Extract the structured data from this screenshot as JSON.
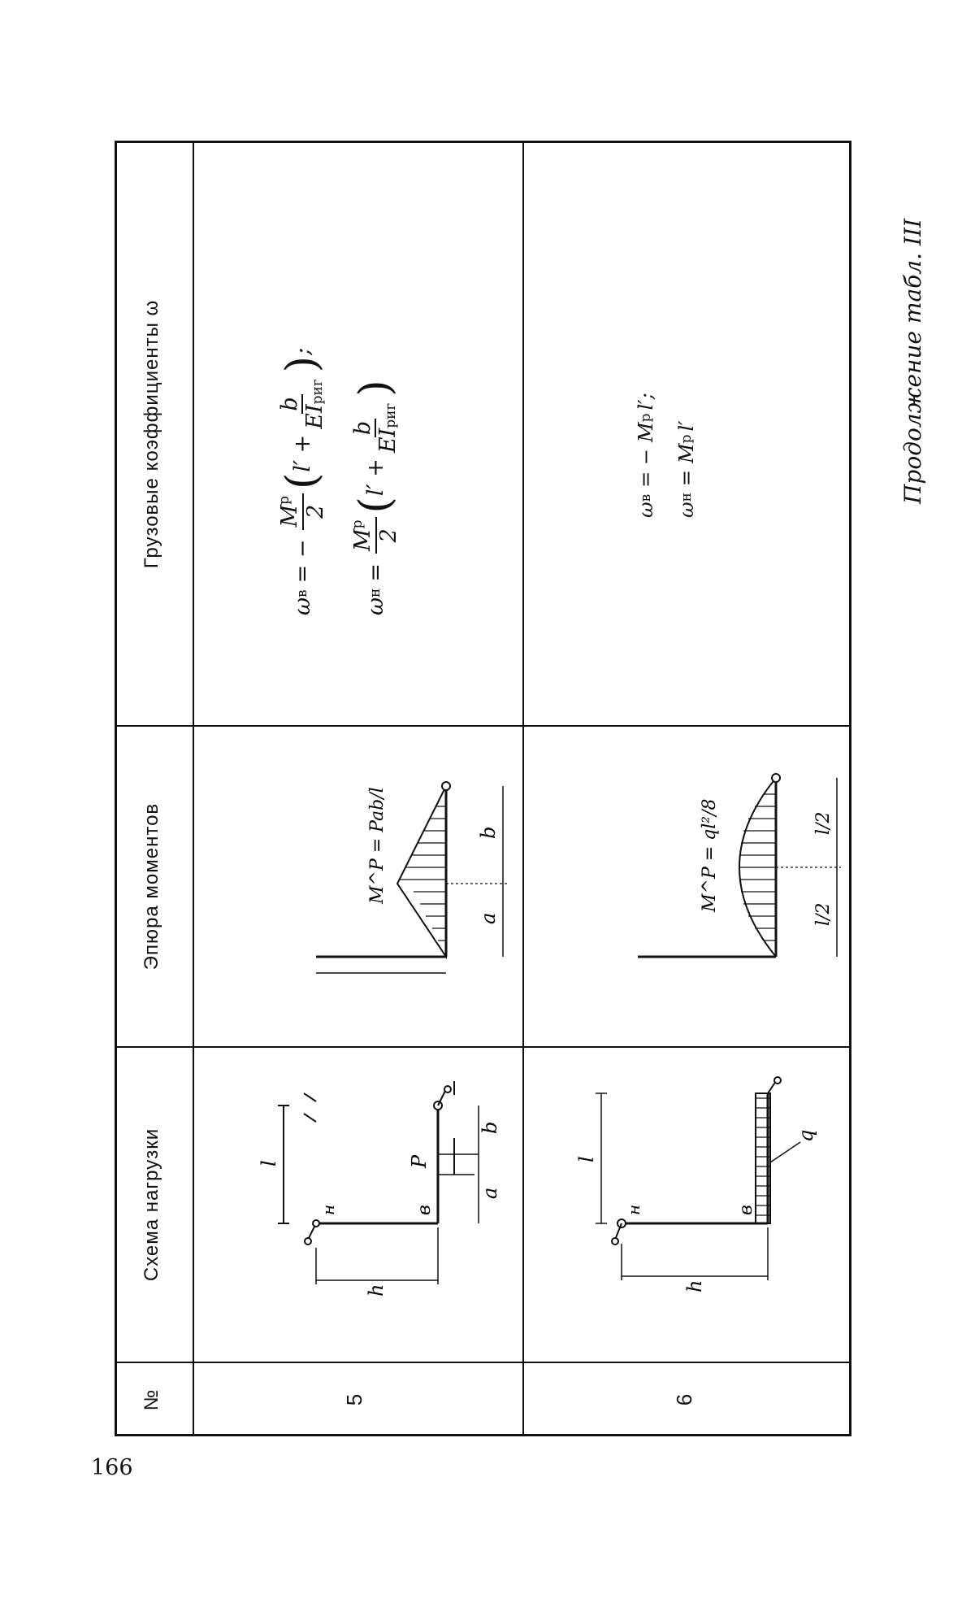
{
  "page_number": "166",
  "caption": "Продолжение табл. III",
  "table": {
    "headers": {
      "number": "№",
      "load_scheme": "Схема нагрузки",
      "moment_diagram": "Эпюра моментов",
      "load_coefficients": "Грузовые коэффициенты ω"
    },
    "rows": [
      {
        "number": "5",
        "scheme_labels": {
          "load": "P",
          "span": "l",
          "a": "a",
          "b": "b",
          "h": "h",
          "joint": "в",
          "support": "н"
        },
        "diagram_labels": {
          "moment": "M^P = Pab/l",
          "a": "a",
          "b": "b"
        },
        "formula_top": {
          "lhs": "ω",
          "lhs_sub": "в",
          "sign": "= −",
          "num": "M",
          "num_sup": "p",
          "den": "2",
          "term": "l′ +",
          "frac_num": "b",
          "frac_den": "EI",
          "frac_den_sub": "риг",
          "tail": ";"
        },
        "formula_bottom": {
          "lhs": "ω",
          "lhs_sub": "н",
          "sign": "=",
          "num": "M",
          "num_sup": "p",
          "den": "2",
          "term": "l′ +",
          "frac_num": "b",
          "frac_den": "EI",
          "frac_den_sub": "риг",
          "tail": ""
        }
      },
      {
        "number": "6",
        "scheme_labels": {
          "load": "q",
          "span": "l",
          "h": "h",
          "joint": "в",
          "support": "н"
        },
        "diagram_labels": {
          "moment": "M^P = ql²/8",
          "half_left": "l/2",
          "half_right": "l/2"
        },
        "formula_top": {
          "lhs": "ω",
          "lhs_sub": "в",
          "sign": "= −",
          "body": "M",
          "body_sup": "p",
          "tail": "l′;"
        },
        "formula_bottom": {
          "lhs": "ω",
          "lhs_sub": "н",
          "sign": "=",
          "body": "M",
          "body_sup": "p",
          "tail": "l′"
        }
      }
    ]
  }
}
